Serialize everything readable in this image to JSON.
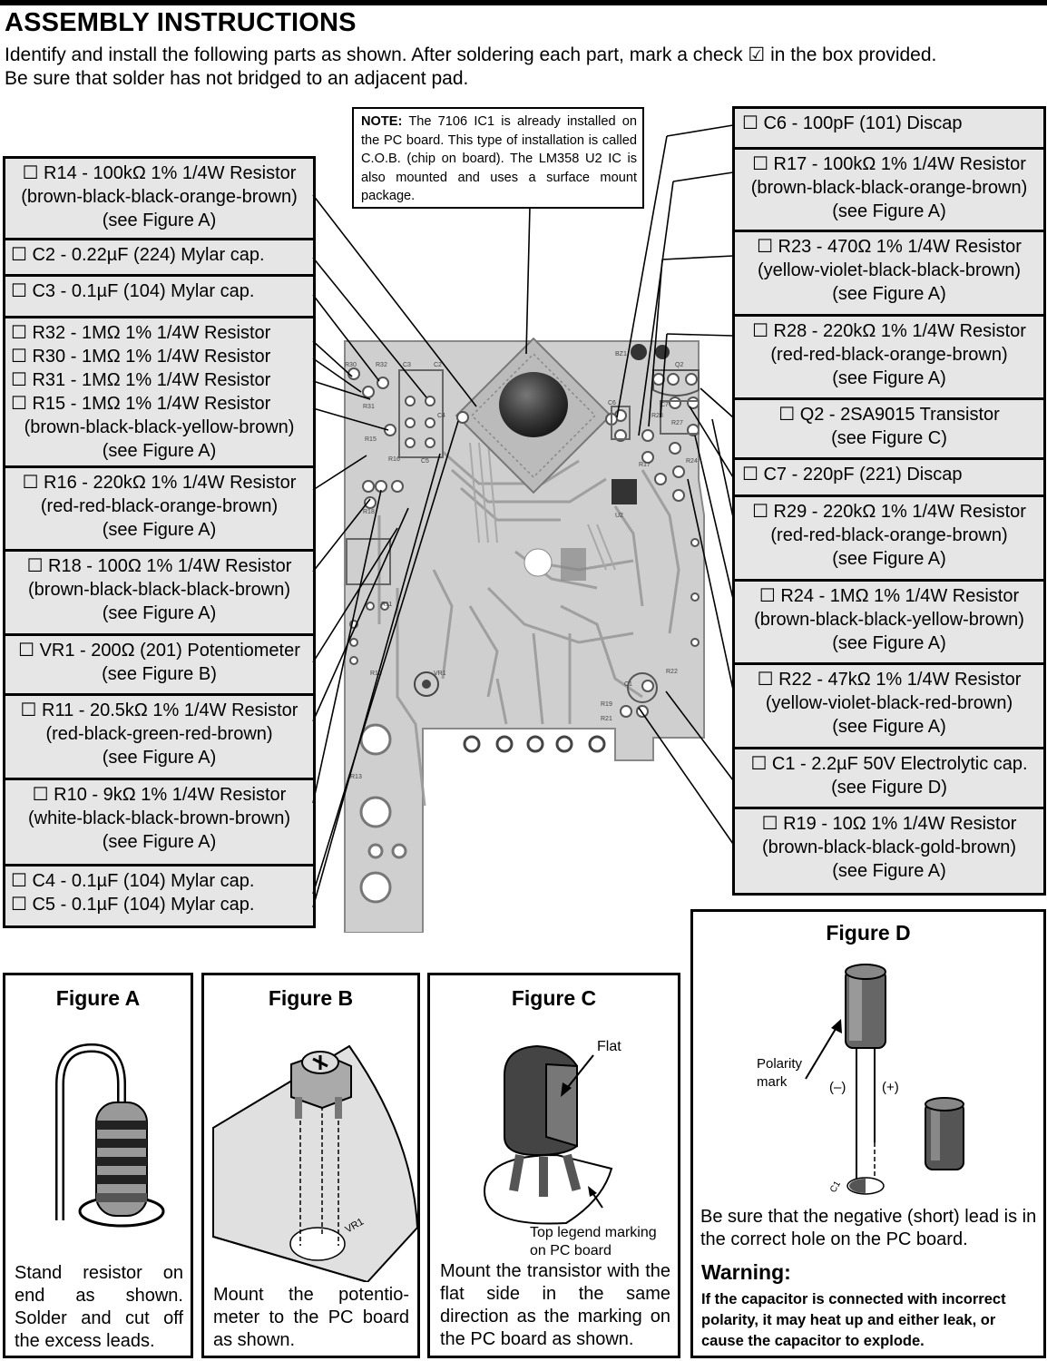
{
  "header": {
    "title": "ASSEMBLY INSTRUCTIONS",
    "intro_line1": "Identify and install the following parts as shown. After soldering each part, mark a check ☑ in the box provided.",
    "intro_line2": "Be sure that solder has not bridged to an adjacent pad."
  },
  "note": {
    "label": "NOTE:",
    "text": "The 7106 IC1 is already installed on the PC board. This type of installation is called C.O.B. (chip on board). The LM358 U2 IC is also mounted and uses a surface mount package."
  },
  "left_parts": [
    [
      "☐ R14 - 100kΩ 1% 1/4W Resistor",
      "(brown-black-black-orange-brown)",
      "(see Figure A)"
    ],
    [
      "☐ C2 - 0.22µF (224) Mylar cap."
    ],
    [
      "☐ C3 - 0.1µF (104) Mylar cap."
    ],
    [
      "☐ R32 - 1MΩ 1% 1/4W Resistor",
      "☐ R30 - 1MΩ 1% 1/4W Resistor",
      "☐ R31 - 1MΩ 1% 1/4W Resistor",
      "☐ R15 - 1MΩ 1% 1/4W Resistor",
      "(brown-black-black-yellow-brown)",
      "(see Figure A)"
    ],
    [
      "☐ R16 - 220kΩ 1% 1/4W Resistor",
      "(red-red-black-orange-brown)",
      "(see Figure A)"
    ],
    [
      "☐ R18 - 100Ω 1% 1/4W Resistor",
      "(brown-black-black-black-brown)",
      "(see Figure A)"
    ],
    [
      "☐ VR1 - 200Ω (201) Potentiometer",
      "(see Figure B)"
    ],
    [
      "☐ R11 - 20.5kΩ 1% 1/4W Resistor",
      "(red-black-green-red-brown)",
      "(see Figure A)"
    ],
    [
      "☐ R10 - 9kΩ 1% 1/4W Resistor",
      "(white-black-black-brown-brown)",
      "(see Figure A)"
    ],
    [
      "☐ C4 - 0.1µF (104) Mylar cap.",
      "☐ C5 - 0.1µF (104) Mylar cap."
    ]
  ],
  "right_parts": [
    [
      "☐ C6 - 100pF (101) Discap"
    ],
    [
      "☐ R17 - 100kΩ 1% 1/4W Resistor",
      "(brown-black-black-orange-brown)",
      "(see Figure A)"
    ],
    [
      "☐ R23 - 470Ω 1% 1/4W Resistor",
      "(yellow-violet-black-black-brown)",
      "(see Figure A)"
    ],
    [
      "☐ R28 - 220kΩ 1% 1/4W Resistor",
      "(red-red-black-orange-brown)",
      "(see Figure A)"
    ],
    [
      "☐ Q2 - 2SA9015 Transistor",
      "(see Figure C)"
    ],
    [
      "☐ C7 - 220pF (221) Discap"
    ],
    [
      "☐ R29 - 220kΩ 1% 1/4W Resistor",
      "(red-red-black-orange-brown)",
      "(see Figure A)"
    ],
    [
      "☐ R24 - 1MΩ 1% 1/4W Resistor",
      "(brown-black-black-yellow-brown)",
      "(see Figure A)"
    ],
    [
      "☐ R22 - 47kΩ 1% 1/4W Resistor",
      "(yellow-violet-black-red-brown)",
      "(see Figure A)"
    ],
    [
      "☐ C1 - 2.2µF 50V Electrolytic cap.",
      "(see Figure D)"
    ],
    [
      "☐ R19 - 10Ω 1% 1/4W Resistor",
      "(brown-black-black-gold-brown)",
      "(see Figure A)"
    ]
  ],
  "figures": {
    "a": {
      "title": "Figure A",
      "caption": "Stand resistor on end as shown. Solder and cut off the excess leads."
    },
    "b": {
      "title": "Figure B",
      "caption": "Mount the potentio-meter to the PC board as shown.",
      "label": "VR1"
    },
    "c": {
      "title": "Figure C",
      "caption": "Mount the transistor with the flat side in the same direction as the marking on the PC board as shown.",
      "flat_label": "Flat",
      "legend_label_1": "Top legend marking",
      "legend_label_2": "on PC board"
    },
    "d": {
      "title": "Figure D",
      "polarity_1": "Polarity",
      "polarity_2": "mark",
      "neg": "(–)",
      "pos": "(+)",
      "c1": "C1",
      "caption": "Be sure that the negative (short) lead is in the correct hole on the PC board.",
      "warning_title": "Warning:",
      "warning_text": "If the capacitor is connected with incorrect polarity, it may heat up and either leak, or cause the capacitor to explode."
    }
  },
  "board_labels": [
    "R30",
    "R32",
    "R31",
    "C3",
    "C2",
    "C4",
    "C5",
    "R15",
    "R16",
    "R18",
    "R10",
    "R11",
    "R13",
    "VR1",
    "BZ1",
    "Q2",
    "C7",
    "C6",
    "R28",
    "R27",
    "R17",
    "R24",
    "R22",
    "R19",
    "R21",
    "C1",
    "U2"
  ]
}
